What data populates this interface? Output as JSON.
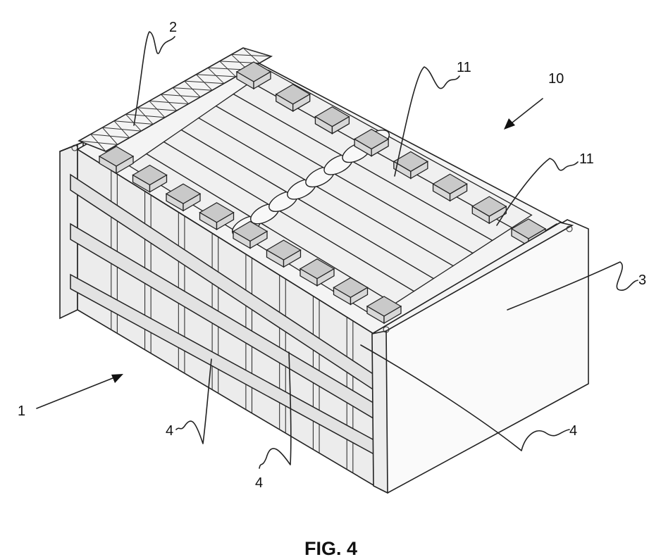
{
  "figure": {
    "caption": "FIG. 4",
    "reference_numerals": {
      "r1": "1",
      "r2": "2",
      "r3": "3",
      "r4a": "4",
      "r4b": "4",
      "r4c": "4",
      "r10": "10",
      "r11a": "11",
      "r11b": "11"
    }
  }
}
